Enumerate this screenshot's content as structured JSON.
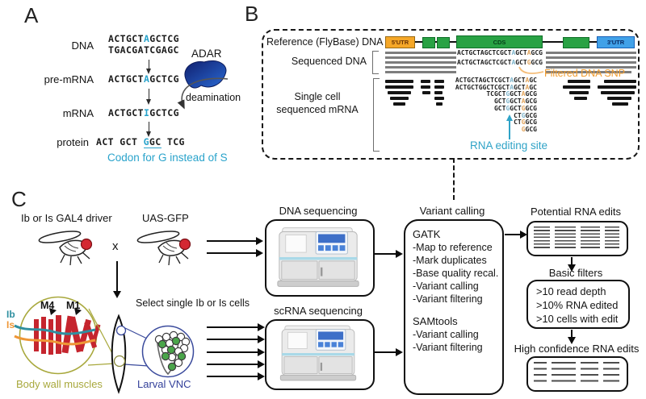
{
  "panelA": {
    "label": "A",
    "rows": {
      "dna": {
        "label": "DNA"
      },
      "pre_mrna": {
        "label": "pre-mRNA"
      },
      "mrna": {
        "label": "mRNA"
      },
      "protein": {
        "label": "protein"
      }
    },
    "seqs": {
      "dna_top": [
        {
          "t": "ACTGCT"
        },
        {
          "t": "A",
          "c": "cyan"
        },
        {
          "t": "GCTCG"
        }
      ],
      "dna_bottom": [
        {
          "t": "TGACGATCGAGC"
        }
      ],
      "pre_mrna": [
        {
          "t": "ACTGCT"
        },
        {
          "t": "A",
          "c": "cyan"
        },
        {
          "t": "GCTCG"
        }
      ],
      "mrna": [
        {
          "t": "ACTGCT"
        },
        {
          "t": "I",
          "c": "cyan"
        },
        {
          "t": "GCTCG"
        }
      ],
      "protein": [
        {
          "t": "ACT GCT "
        },
        {
          "t": "G",
          "c": "cyan",
          "u": true
        },
        {
          "t": "GC",
          "u": true
        },
        {
          "t": " TCG"
        }
      ]
    },
    "adar_label": "ADAR",
    "deamination_label": "deamination",
    "caption": "Codon for G instead of S"
  },
  "panelB": {
    "label": "B",
    "reference_label": "Reference (FlyBase) DNA",
    "gene_model": {
      "utr5": "5'UTR",
      "cds": "CDS",
      "utr3": "3'UTR"
    },
    "sequenced_dna_label": "Sequenced DNA",
    "dna_reads": [
      [
        {
          "t": "ACTGCTAGCTCGCT"
        },
        {
          "t": "A",
          "c": "teal"
        },
        {
          "t": "GCT"
        },
        {
          "t": "A",
          "c": "orange"
        },
        {
          "t": "GCG"
        }
      ],
      [
        {
          "t": "ACTGCTAGCTCGCT"
        },
        {
          "t": "A",
          "c": "teal"
        },
        {
          "t": "GCT"
        },
        {
          "t": "G",
          "c": "orange"
        },
        {
          "t": "GCG"
        }
      ]
    ],
    "filtered_snp_label": "Filtered DNA SNP",
    "single_cell_label_line1": "Single cell",
    "single_cell_label_line2": "sequenced mRNA",
    "mrna_reads": [
      [
        {
          "t": "ACTGCTAGCTCGCT"
        },
        {
          "t": "A",
          "c": "teal"
        },
        {
          "t": "GCT"
        },
        {
          "t": "A",
          "c": "orange"
        },
        {
          "t": "GC"
        }
      ],
      [
        {
          "t": "ACTGCTGGCTCGCT"
        },
        {
          "t": "A",
          "c": "teal"
        },
        {
          "t": "GCT"
        },
        {
          "t": "A",
          "c": "orange"
        },
        {
          "t": "GC"
        }
      ],
      [
        {
          "t": "TCGCT"
        },
        {
          "t": "G",
          "c": "teal"
        },
        {
          "t": "GCT"
        },
        {
          "t": "A",
          "c": "orange"
        },
        {
          "t": "GCG"
        }
      ],
      [
        {
          "t": "GCT"
        },
        {
          "t": "G",
          "c": "teal"
        },
        {
          "t": "GCT"
        },
        {
          "t": "A",
          "c": "orange"
        },
        {
          "t": "GCG"
        }
      ],
      [
        {
          "t": "GCT"
        },
        {
          "t": "G",
          "c": "teal"
        },
        {
          "t": "GCT"
        },
        {
          "t": "G",
          "c": "orange"
        },
        {
          "t": "GCG"
        }
      ],
      [
        {
          "t": "CT"
        },
        {
          "t": "G",
          "c": "teal"
        },
        {
          "t": "GCG"
        }
      ],
      [
        {
          "t": "CT"
        },
        {
          "t": "G",
          "c": "orange"
        },
        {
          "t": "GCG"
        }
      ],
      [
        {
          "t": "G",
          "c": "orange"
        },
        {
          "t": "GCG"
        }
      ]
    ],
    "editing_site_label": "RNA editing site"
  },
  "panelC": {
    "label": "C",
    "cross": {
      "left_label": "Ib or Is GAL4 driver",
      "right_label": "UAS-GFP",
      "x_symbol": "x"
    },
    "muscle": {
      "m4": "M4",
      "m1": "M1",
      "ib": "Ib",
      "is": "Is",
      "body_wall_label": "Body wall muscles"
    },
    "vnc_label": "Larval VNC",
    "select_label": "Select single Ib or Is cells",
    "dna_seq_title": "DNA sequencing",
    "scrna_seq_title": "scRNA sequencing",
    "variant_calling": {
      "title": "Variant calling",
      "gatk_header": "GATK",
      "gatk_items": [
        "-Map to reference",
        "-Mark duplicates",
        "-Base quality recal.",
        "-Variant calling",
        "-Variant filtering"
      ],
      "samtools_header": "SAMtools",
      "samtools_items": [
        "-Variant calling",
        "-Variant filtering"
      ]
    },
    "potential_title": "Potential RNA edits",
    "basic_filters": {
      "title": "Basic filters",
      "items": [
        ">10 read depth",
        ">10% RNA edited",
        ">10 cells with edit"
      ]
    },
    "high_conf_title": "High confidence RNA edits"
  },
  "colors": {
    "cyan": "#29A3CB",
    "teal": "#7FB5CC",
    "orange": "#E1A35A",
    "snp_orange": "#F29D2F",
    "editing_teal": "#2FA3C7",
    "utr5_fill": "#F5A728",
    "exon_green": "#29A244",
    "utr3_fill": "#41A1E8",
    "muscle_red": "#C5252E",
    "ib_teal": "#2F8FA0",
    "is_orange": "#EE9636",
    "olive": "#A8A83C",
    "navy": "#33409A"
  }
}
